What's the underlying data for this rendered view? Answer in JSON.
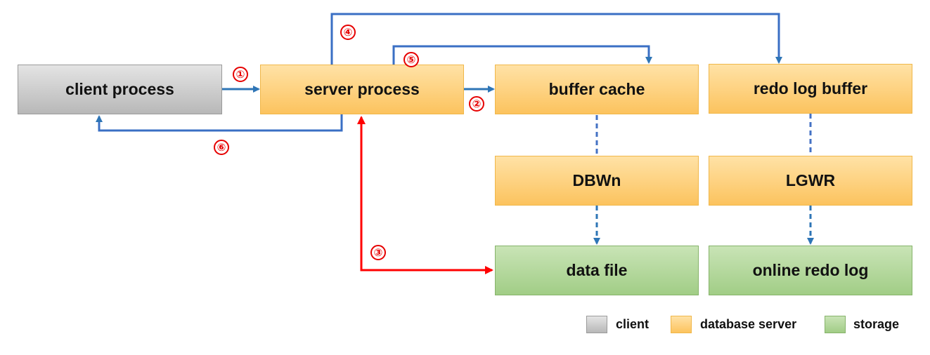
{
  "boxes": {
    "client_process": "client process",
    "server_process": "server process",
    "buffer_cache": "buffer cache",
    "redo_log_buffer": "redo log buffer",
    "dbwn": "DBWn",
    "lgwr": "LGWR",
    "data_file": "data file",
    "online_redo_log": "online redo log"
  },
  "steps": [
    "①",
    "②",
    "③",
    "④",
    "⑤",
    "⑥"
  ],
  "legend": {
    "client": "client",
    "database_server": "database server",
    "storage": "storage"
  },
  "colors": {
    "flow_arrow": "#2e75b6",
    "disk_read_arrow": "#ff0000",
    "background_process_arrow": "#2e75b6",
    "client_fill": "#bfbfbf",
    "server_fill": "#ffd073",
    "storage_fill": "#a9d18e"
  }
}
